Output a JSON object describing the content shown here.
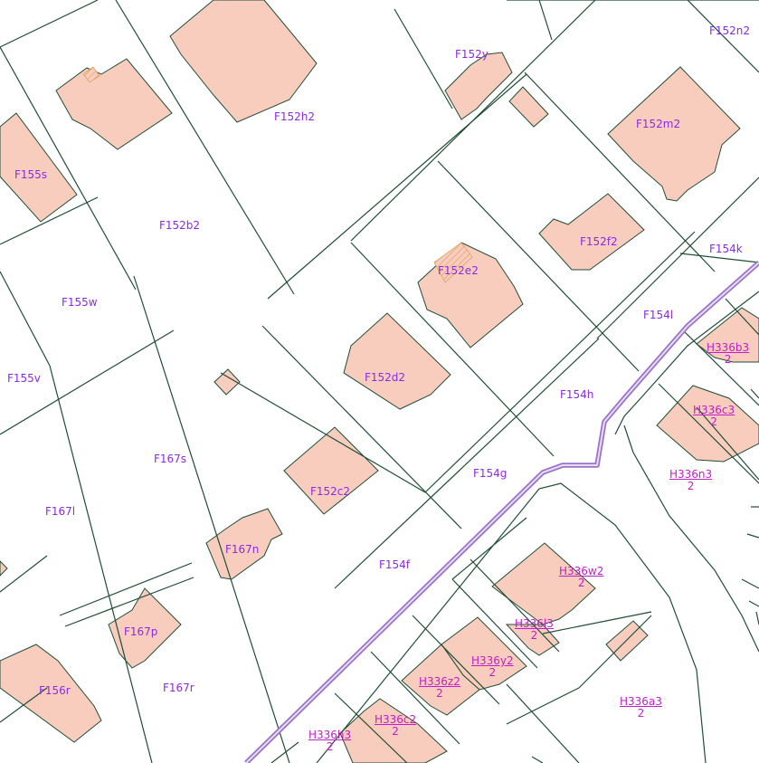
{
  "colors": {
    "background": "#ffffff",
    "parcel_line": "#1f4d36",
    "building_fill": "#f9cdbd",
    "road": "#9b72c9",
    "label": "#8a2be2",
    "label_fraction": "#c01ec8"
  },
  "parcels": [
    {
      "id": "F152n2",
      "label": "F152n2"
    },
    {
      "id": "F152y",
      "label": "F152y"
    },
    {
      "id": "F152h2",
      "label": "F152h2"
    },
    {
      "id": "F152m2",
      "label": "F152m2"
    },
    {
      "id": "F155s",
      "label": "F155s"
    },
    {
      "id": "F152b2",
      "label": "F152b2"
    },
    {
      "id": "F152f2",
      "label": "F152f2"
    },
    {
      "id": "F154k",
      "label": "F154k"
    },
    {
      "id": "F152e2",
      "label": "F152e2"
    },
    {
      "id": "F155w",
      "label": "F155w"
    },
    {
      "id": "F154l",
      "label": "F154l"
    },
    {
      "id": "F155v",
      "label": "F155v"
    },
    {
      "id": "F152d2",
      "label": "F152d2"
    },
    {
      "id": "F154h",
      "label": "F154h"
    },
    {
      "id": "F167s",
      "label": "F167s"
    },
    {
      "id": "F154g",
      "label": "F154g"
    },
    {
      "id": "F152c2",
      "label": "F152c2"
    },
    {
      "id": "F167l",
      "label": "F167l"
    },
    {
      "id": "F167n",
      "label": "F167n"
    },
    {
      "id": "F154f",
      "label": "F154f"
    },
    {
      "id": "F167p",
      "label": "F167p"
    },
    {
      "id": "F156r",
      "label": "F156r"
    },
    {
      "id": "F167r",
      "label": "F167r"
    }
  ],
  "fraction_parcels": [
    {
      "id": "H336b3",
      "numerator": "H336b3",
      "denominator": "2"
    },
    {
      "id": "H336c3",
      "numerator": "H336c3",
      "denominator": "2"
    },
    {
      "id": "H336n3",
      "numerator": "H336n3",
      "denominator": "2"
    },
    {
      "id": "H336w2",
      "numerator": "H336w2",
      "denominator": "2"
    },
    {
      "id": "H336l3",
      "numerator": "H336l3",
      "denominator": "2"
    },
    {
      "id": "H336y2",
      "numerator": "H336y2",
      "denominator": "2"
    },
    {
      "id": "H336z2",
      "numerator": "H336z2",
      "denominator": "2"
    },
    {
      "id": "H336a3",
      "numerator": "H336a3",
      "denominator": "2"
    },
    {
      "id": "H336c2",
      "numerator": "H336c2",
      "denominator": "2"
    },
    {
      "id": "H336h3",
      "numerator": "H336h3",
      "denominator": "2"
    }
  ]
}
